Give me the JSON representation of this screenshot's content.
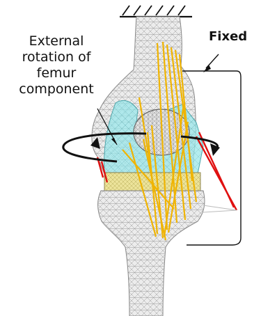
{
  "labels": {
    "rotation_line1": "External",
    "rotation_line2": "rotation of",
    "rotation_line3": "femur",
    "rotation_line4": "component",
    "fixed": "Fixed"
  },
  "colors": {
    "bone_fill": "#e6e6e6",
    "mesh_line": "#9a9a9a",
    "ligament": "#f0b400",
    "ligament_red": "#e01010",
    "femur_component": "#7fe3e6",
    "tibial_insert": "#e8df8a",
    "arrow": "#111111"
  },
  "icons": {
    "fixed_support": "ground-hatch-icon",
    "rotation": "circular-arrow-icon"
  }
}
